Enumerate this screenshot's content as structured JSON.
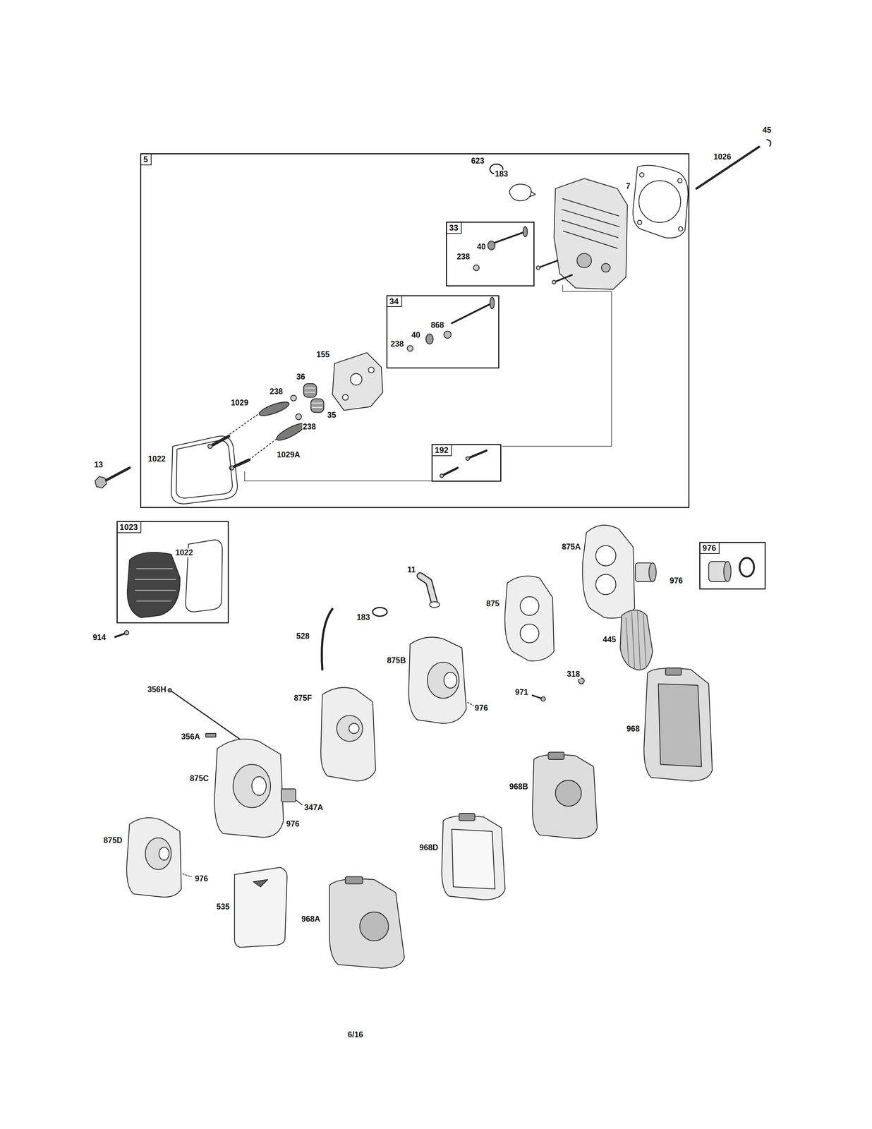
{
  "diagram": {
    "nodes": [
      {
        "text": [
          "5"
        ]
      },
      {
        "text": [
          "33"
        ],
        "in": 0
      },
      {
        "text": [
          "34"
        ],
        "in": 0
      },
      {
        "text": [
          "192"
        ],
        "in": 0
      },
      {
        "text": [
          "1023"
        ]
      },
      {
        "text": [
          "976"
        ]
      }
    ],
    "labels": [
      "45",
      "1026",
      "623",
      "183",
      "7",
      "40",
      "238",
      "868",
      "40",
      "238",
      "155",
      "36",
      "238",
      "1029",
      "35",
      "238",
      "1029A",
      "1022",
      "13",
      "1022",
      "914",
      "875A",
      "976",
      "11",
      "183",
      "875",
      "528",
      "875B",
      "976",
      "445",
      "318",
      "971",
      "968",
      "356H",
      "356A",
      "875F",
      "875C",
      "347A",
      "976",
      "968B",
      "875D",
      "976",
      "968D",
      "535",
      "968A",
      "6/16"
    ]
  }
}
